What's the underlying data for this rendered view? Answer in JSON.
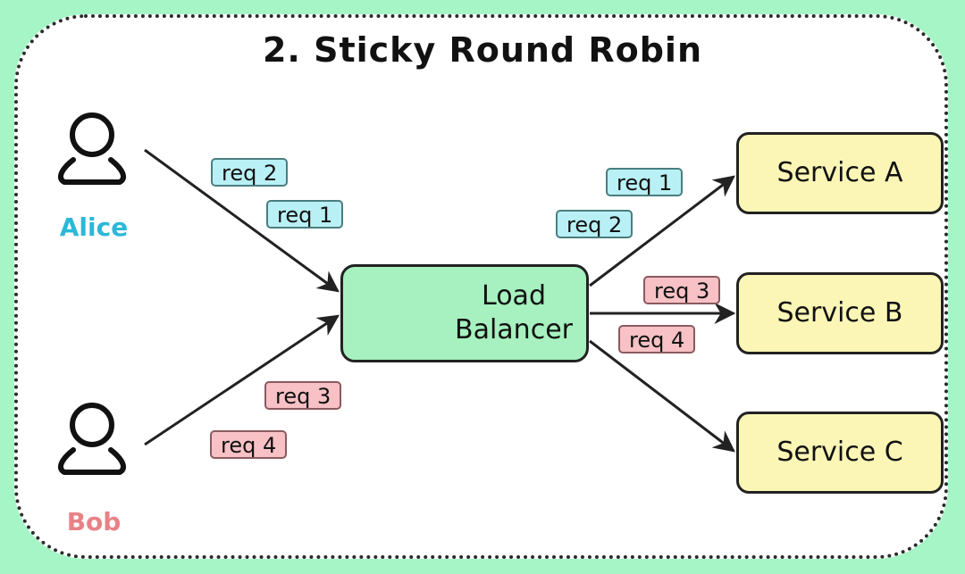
{
  "title": "2. Sticky Round Robin",
  "colors": {
    "background": "#a6f5c6",
    "alice": "#2bb8d8",
    "bob": "#e88286",
    "load_balancer_fill": "#a6f1bf",
    "service_fill": "#fbf6b6",
    "alice_tag_fill": "#b8f0f5",
    "bob_tag_fill": "#f7c1c5"
  },
  "clients": [
    {
      "name": "Alice",
      "icon": "user-icon"
    },
    {
      "name": "Bob",
      "icon": "user-icon"
    }
  ],
  "load_balancer": {
    "label_line1": "Load",
    "label_line2": "Balancer",
    "icon": "load-balancer-icon"
  },
  "services": [
    {
      "name": "Service A"
    },
    {
      "name": "Service B"
    },
    {
      "name": "Service C"
    }
  ],
  "incoming_requests": {
    "alice": [
      "req 2",
      "req 1"
    ],
    "bob": [
      "req 3",
      "req 4"
    ]
  },
  "outgoing_requests": {
    "service_a": [
      "req 1",
      "req 2"
    ],
    "service_b": [
      "req 3",
      "req 4"
    ],
    "service_c": []
  }
}
